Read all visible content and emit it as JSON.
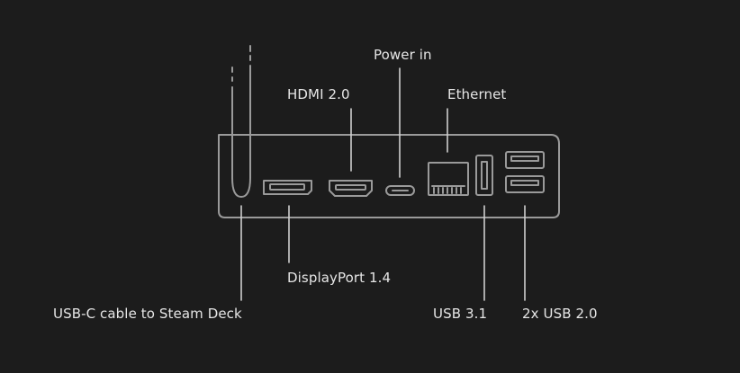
{
  "colors": {
    "background": "#1c1c1c",
    "outline": "#9a9a9a",
    "label": "#e6e6e6"
  },
  "labels": {
    "power_in": "Power in",
    "hdmi": "HDMI 2.0",
    "ethernet": "Ethernet",
    "displayport": "DisplayPort 1.4",
    "usbc_cable": "USB-C cable to Steam Deck",
    "usb31": "USB 3.1",
    "usb20": "2x USB 2.0"
  }
}
